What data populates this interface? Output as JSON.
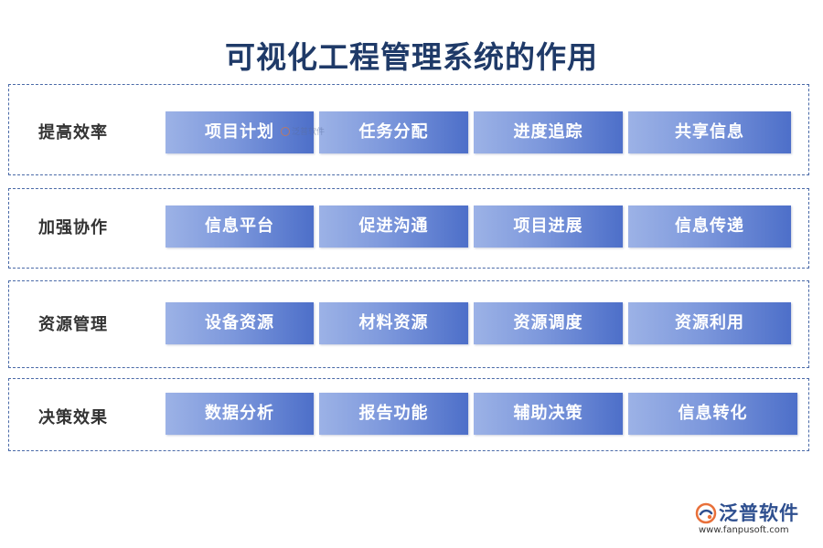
{
  "title": "可视化工程管理系统的作用",
  "groups": [
    {
      "label": "提高效率",
      "items": [
        "项目计划",
        "任务分配",
        "进度追踪",
        "共享信息"
      ]
    },
    {
      "label": "加强协作",
      "items": [
        "信息平台",
        "促进沟通",
        "项目进展",
        "信息传递"
      ]
    },
    {
      "label": "资源管理",
      "items": [
        "设备资源",
        "材料资源",
        "资源调度",
        "资源利用"
      ]
    },
    {
      "label": "决策效果",
      "items": [
        "数据分析",
        "报告功能",
        "辅助决策",
        "信息转化"
      ]
    }
  ],
  "watermark": {
    "text": "泛普软件"
  },
  "brand": {
    "name": "泛普软件",
    "url": "www.fanpusoft.com",
    "logo_icon": "fanpu-logo-icon"
  },
  "colors": {
    "title": "#1f3a68",
    "box_light": "#9cb2e6",
    "box_dark": "#4d6fc9",
    "border": "#4a6aa8"
  }
}
